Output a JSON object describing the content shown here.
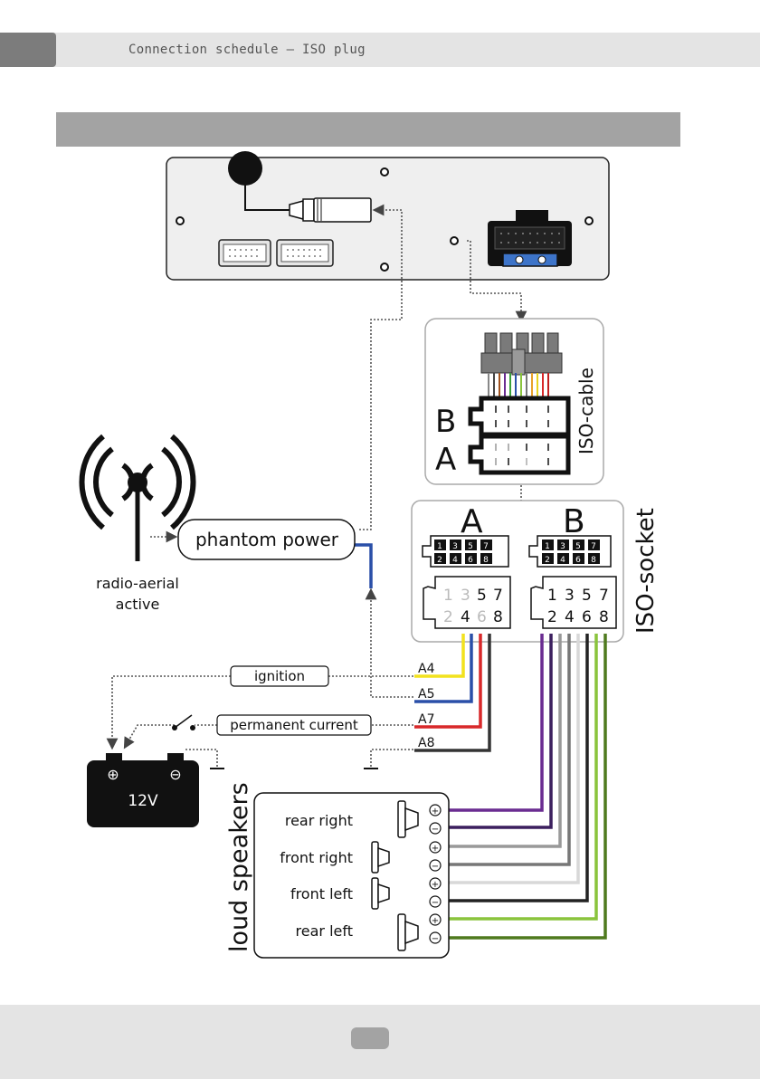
{
  "header": {
    "title": "Connection schedule – ISO plug"
  },
  "iso_cable": {
    "label": "ISO-cable",
    "plug_b": "B",
    "plug_a": "A"
  },
  "iso_socket": {
    "label": "ISO-socket",
    "socket_a": "A",
    "socket_b": "B",
    "pins_top_small": [
      "1",
      "3",
      "5",
      "7"
    ],
    "pins_bottom_small": [
      "2",
      "4",
      "6",
      "8"
    ],
    "a_pins_top": [
      "1",
      "3",
      "5",
      "7"
    ],
    "a_pins_bottom": [
      "2",
      "4",
      "6",
      "8"
    ],
    "b_pins_top": [
      "1",
      "3",
      "5",
      "7"
    ],
    "b_pins_bottom": [
      "2",
      "4",
      "6",
      "8"
    ]
  },
  "aerial": {
    "label_line1": "radio-aerial",
    "label_line2": "active"
  },
  "phantom_power": {
    "label": "phantom power"
  },
  "ignition": {
    "label": "ignition"
  },
  "permanent_current": {
    "label": "permanent current"
  },
  "battery": {
    "voltage": "12V",
    "plus": "⊕",
    "minus": "⊖"
  },
  "wires": {
    "a4": "A4",
    "a5": "A5",
    "a7": "A7",
    "a8": "A8"
  },
  "speakers": {
    "title": "loud speakers",
    "items": [
      "rear right",
      "front right",
      "front left",
      "rear left"
    ],
    "plus": "+",
    "minus": "−"
  }
}
